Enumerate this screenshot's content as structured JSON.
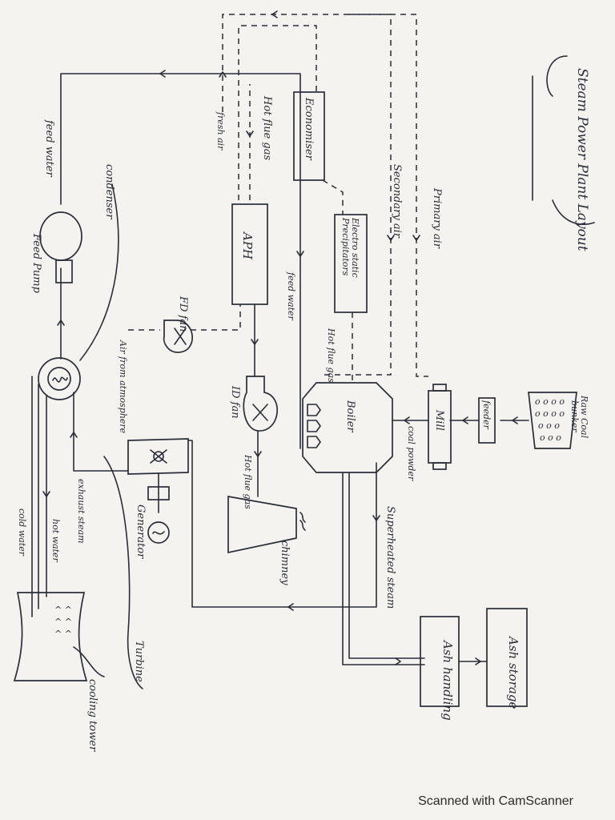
{
  "title": "Steam Power Plant Layout",
  "watermark": "Scanned with CamScanner",
  "components": {
    "economiser": "Economiser",
    "aph": "APH",
    "esp_line1": "Electro static",
    "esp_line2": "Precipitators",
    "boiler": "Boiler",
    "mill": "Mill",
    "feeder": "feeder",
    "bunker_line1": "Raw Coal",
    "bunker_line2": "bunker",
    "fd_fan": "FD fan",
    "id_fan": "ID fan",
    "chimney": "chimney",
    "ash_handling": "Ash handling",
    "ash_storage": "Ash storage",
    "generator": "Generator",
    "turbine": "Turbine",
    "condenser": "condenser",
    "feed_pump": "Feed Pump",
    "cooling_tower": "cooling tower"
  },
  "flows": {
    "feed_water_left": "feed water",
    "fresh_air": "fresh air",
    "hot_flue_gas_top": "Hot flue gas",
    "secondary_air": "Secondary air",
    "primary_air": "Primary air",
    "feed_water_mid": "feed water",
    "air_from_atmosphere": "Air from atmosphere",
    "hot_flue_gas_esp": "Hot flue gas",
    "hot_flue_gas_chimney": "Hot flue gas",
    "coal_powder": "coal powder",
    "superheated_steam": "Superheated steam",
    "exhaust_steam": "exhaust steam",
    "hot_water": "hot water",
    "cold_water": "cold water"
  },
  "colors": {
    "ink": "#2a2d3a",
    "paper": "#f4f3ef"
  }
}
